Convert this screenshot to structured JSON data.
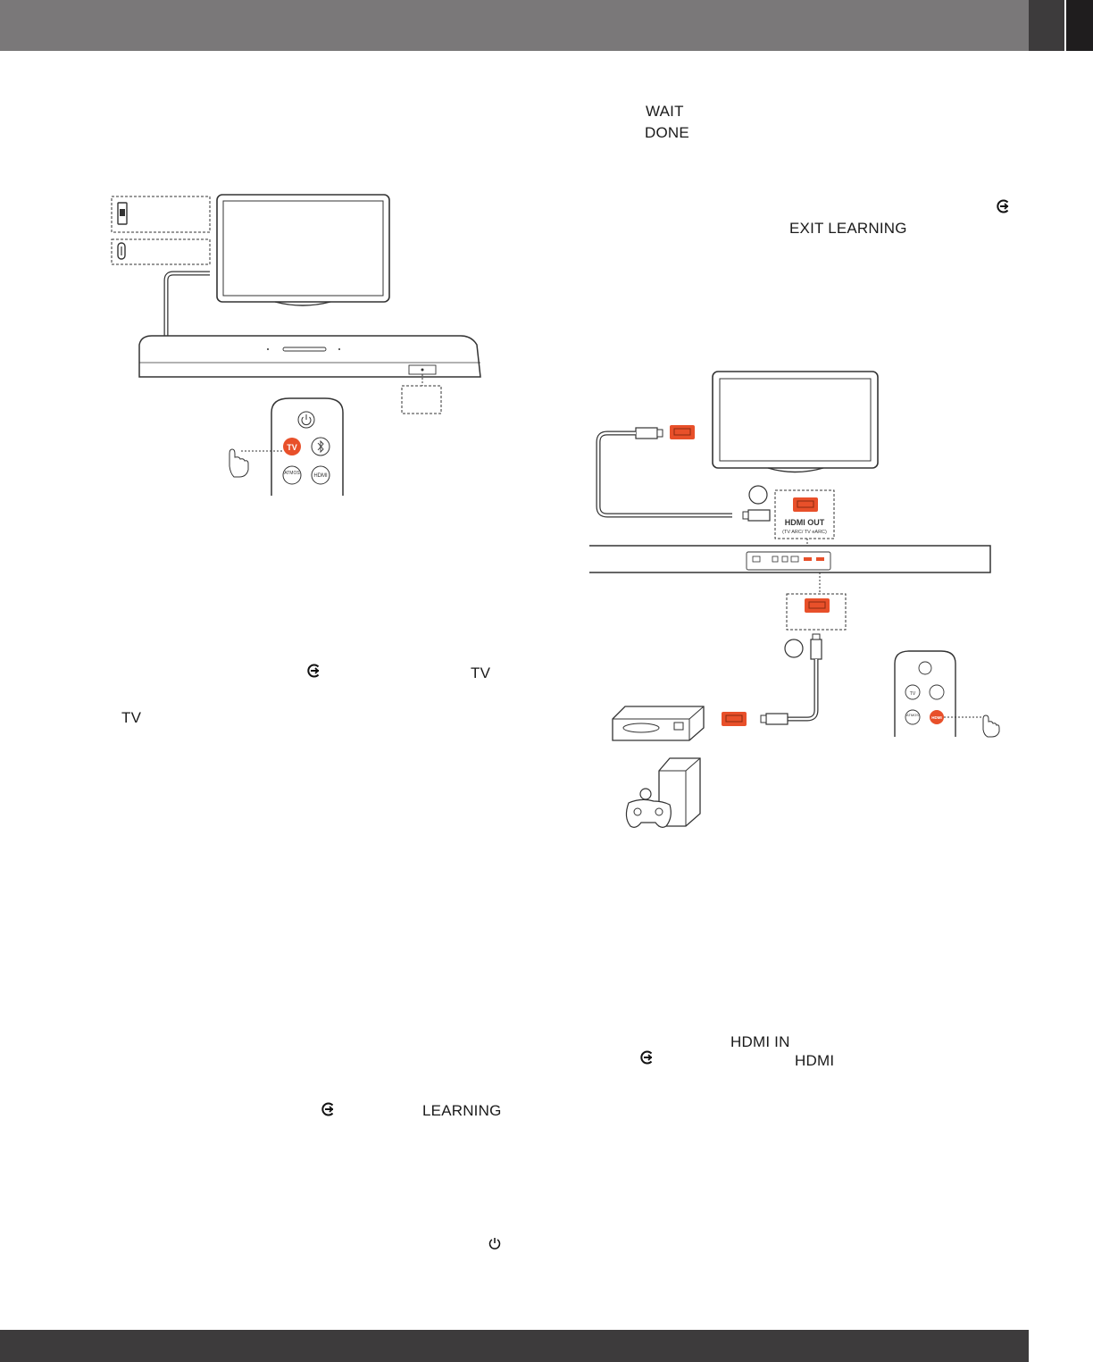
{
  "header": {
    "bar_color": "#7a7879",
    "tab_color": "#3d3b3c"
  },
  "footer": {
    "bar_color": "#3d3b3c"
  },
  "left_column": {
    "remote": {
      "tv_button": "TV",
      "atmos_button": "ATMOS",
      "hdmi_button": "HDMI"
    },
    "step_text": {
      "tv_a": "TV",
      "tv_b": "TV",
      "learning": "LEARNING"
    },
    "icons": [
      "input-source-icon",
      "power-icon"
    ]
  },
  "right_column": {
    "step_text": {
      "wait": "WAIT",
      "done": "DONE",
      "exit_learning": "EXIT LEARNING",
      "hdmi_in": "HDMI IN",
      "hdmi": "HDMI"
    },
    "diagram": {
      "hdmi_out_label": "HDMI OUT",
      "hdmi_out_sub": "(TV ARC/ TV eARC)",
      "remote": {
        "tv_button": "TV",
        "bt_button": "",
        "atmos_button": "ATMOS",
        "hdmi_button": "HDMI"
      }
    }
  },
  "colors": {
    "accent": "#e8502a",
    "line": "#3a3a3a"
  }
}
